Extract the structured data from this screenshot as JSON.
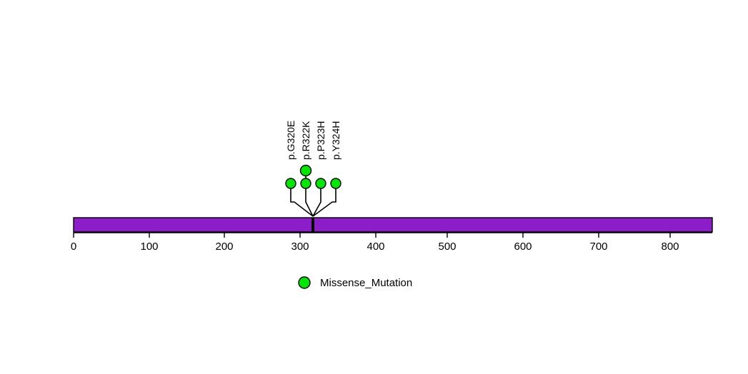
{
  "chart_data": {
    "type": "lollipop",
    "title": "",
    "xlabel": "",
    "ylabel": "",
    "xlim": [
      0,
      847
    ],
    "xticks": [
      0,
      100,
      200,
      300,
      400,
      500,
      600,
      700,
      800
    ],
    "xtick_labels": [
      "0",
      "100",
      "200",
      "300",
      "400",
      "500",
      "600",
      "700",
      "800"
    ],
    "grid": false,
    "protein": {
      "length": 847,
      "color": "#8B1EC8",
      "border_color": "#000000",
      "marker_positions": [
        320
      ]
    },
    "mutations": [
      {
        "label": "p.G320E",
        "position": 288,
        "count": 1,
        "type": "Missense_Mutation",
        "color": "#00E800"
      },
      {
        "label": "p.R322K",
        "position": 306,
        "count": 2,
        "type": "Missense_Mutation",
        "color": "#00E800"
      },
      {
        "label": "p.P323H",
        "position": 325,
        "count": 1,
        "type": "Missense_Mutation",
        "color": "#00E800"
      },
      {
        "label": "p.Y324H",
        "position": 345,
        "count": 1,
        "type": "Missense_Mutation",
        "color": "#00E800"
      }
    ],
    "legend": {
      "position": "bottom-center",
      "entries": [
        {
          "label": "Missense_Mutation",
          "color": "#00E800",
          "marker": "circle"
        }
      ]
    }
  },
  "axis": {
    "line_color": "#000000",
    "tick_labels": [
      "0",
      "100",
      "200",
      "300",
      "400",
      "500",
      "600",
      "700",
      "800"
    ]
  },
  "labels": {
    "mutation_0": "p.G320E",
    "mutation_1": "p.R322K",
    "mutation_2": "p.P323H",
    "mutation_3": "p.Y324H"
  },
  "legend": {
    "entry_0": "Missense_Mutation"
  }
}
